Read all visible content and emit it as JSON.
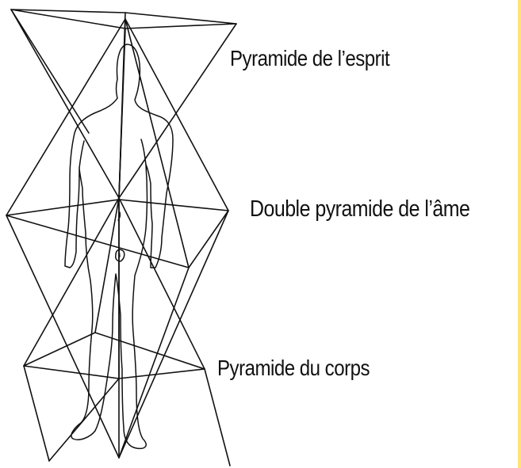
{
  "labels": {
    "spirit": "Pyramide de l’esprit",
    "soul": "Double pyramide de l’âme",
    "body": "Pyramide du corps"
  },
  "colors": {
    "ink": "#111111",
    "background": "#ffffff",
    "edge_strip": "#ffe27a"
  }
}
